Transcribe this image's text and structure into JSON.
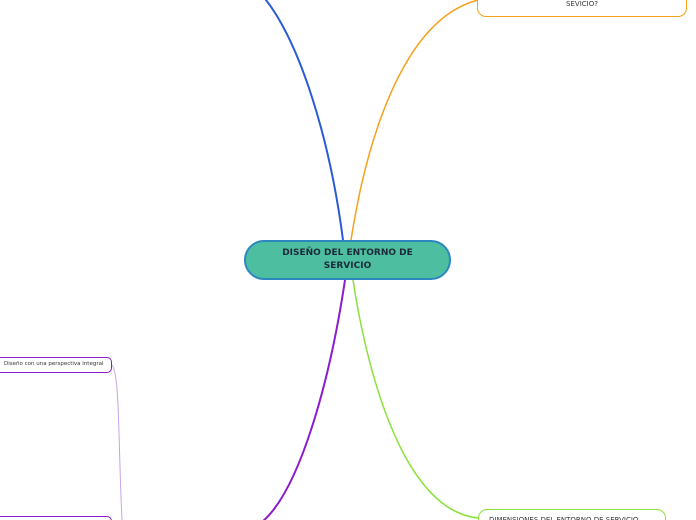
{
  "central_topic": "DISEÑO DEL ENTORNO DE SERVICIO",
  "branches": {
    "top_right": {
      "text": "SEVICIO?",
      "color": "#f4a11c"
    },
    "bottom_right": {
      "text": "DIMENSIONES DEL ENTORNO DE SERVICIO",
      "color": "#8ae23a"
    },
    "left_subtopic": {
      "text": "Diseño con una perspectiva integral",
      "color": "#8b1ad1"
    },
    "bottom_left": {
      "text": "",
      "color": "#8b1ad1"
    },
    "top_left": {
      "color": "#2a5bd7"
    }
  },
  "colors": {
    "central_fill": "#4dbfa0",
    "central_border": "#2e86c1",
    "subtopic_connector": "#c9a3e6"
  }
}
